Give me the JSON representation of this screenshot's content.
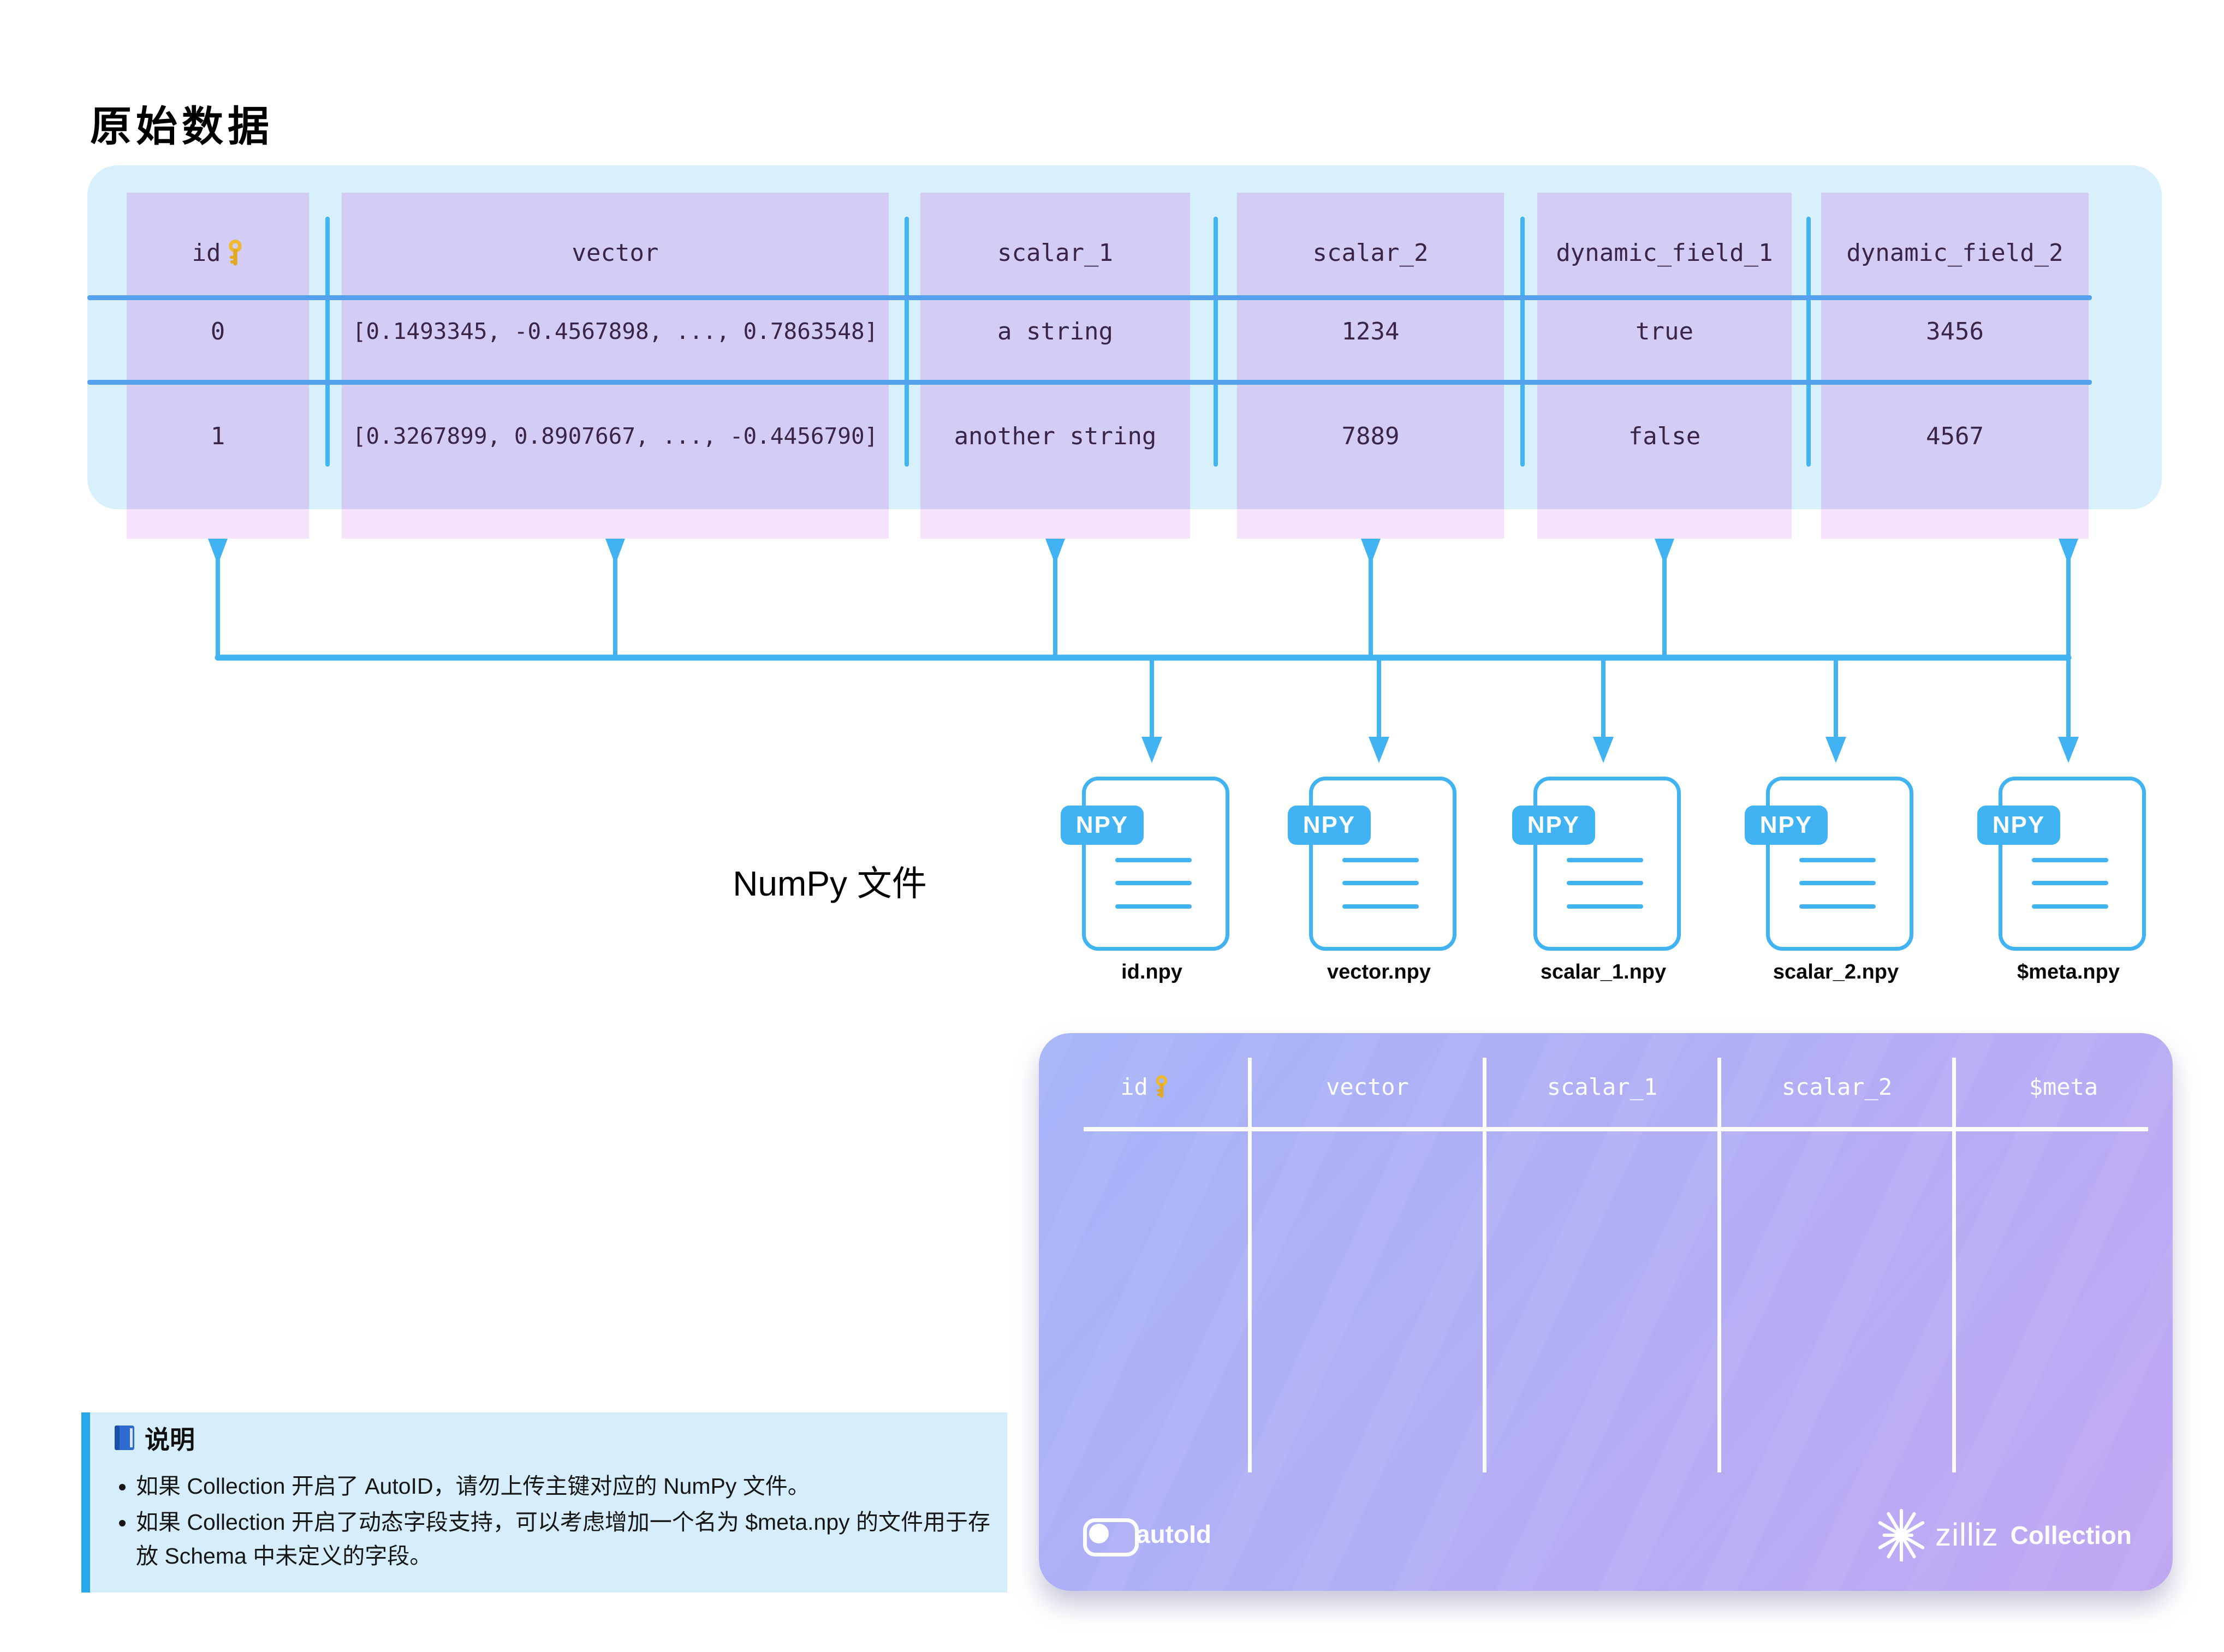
{
  "title": "原始数据",
  "raw_table": {
    "headers": [
      "id",
      "vector",
      "scalar_1",
      "scalar_2",
      "dynamic_field_1",
      "dynamic_field_2"
    ],
    "rows": [
      [
        "0",
        "[0.1493345, -0.4567898, ..., 0.7863548]",
        "a string",
        "1234",
        "true",
        "3456"
      ],
      [
        "1",
        "[0.3267899, 0.8907667, ..., -0.4456790]",
        "another string",
        "7889",
        "false",
        "4567"
      ]
    ],
    "primary_key_column": "id"
  },
  "numpy_files": {
    "section_label": "NumPy 文件",
    "badge": "NPY",
    "items": [
      "id.npy",
      "vector.npy",
      "scalar_1.npy",
      "scalar_2.npy",
      "$meta.npy"
    ]
  },
  "collection": {
    "headers": [
      "id",
      "vector",
      "scalar_1",
      "scalar_2",
      "$meta"
    ],
    "toggle_label": "autoId",
    "toggle_state": "off",
    "brand": "zilliz",
    "brand_suffix": "Collection"
  },
  "note": {
    "title": "说明",
    "bullets": [
      "如果 Collection 开启了 AutoID，请勿上传主键对应的 NumPy 文件。",
      "如果 Collection 开启了动态字段支持，可以考虑增加一个名为 $meta.npy 的文件用于存放 Schema 中未定义的字段。"
    ]
  },
  "icons": {
    "key": "key-icon",
    "book": "book-icon",
    "starburst": "zilliz-starburst-icon"
  },
  "colors": {
    "arrow_blue": "#41B2F2",
    "grid_line_blue": "#55A1EE",
    "raw_table_bg": "#D8F0FC",
    "column_top": "#D3CCF4",
    "column_bottom": "#F6E3FB",
    "cell_text": "#3A2547",
    "panel_gradient_start": "#A6B4F8",
    "panel_gradient_end": "#C0A7F2",
    "note_bg": "#D6EEFB",
    "note_stripe": "#2AA7E8",
    "key_gold": "#EDB72F"
  }
}
